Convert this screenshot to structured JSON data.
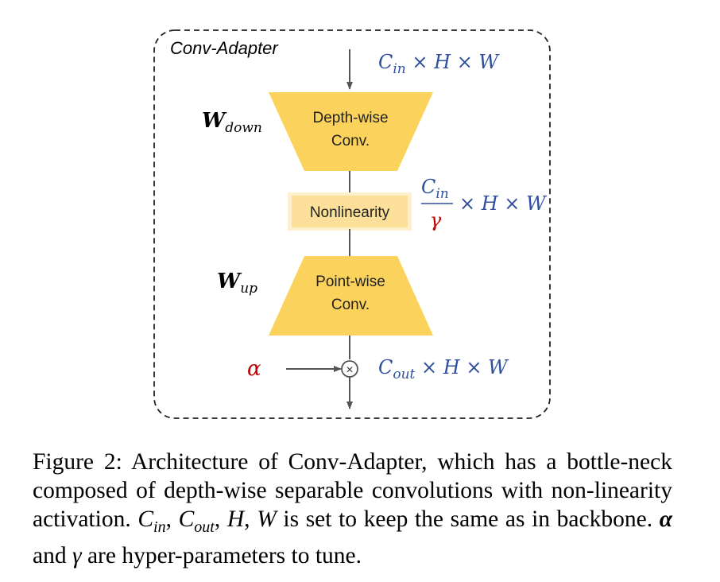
{
  "diagram": {
    "title": "Conv-Adapter",
    "input_dim": {
      "C": "C",
      "sub": "in",
      "rest": " × H × W"
    },
    "w_down": {
      "main": "W",
      "sub": "down"
    },
    "w_up": {
      "main": "W",
      "sub": "up"
    },
    "depthwise": {
      "line1": "Depth-wise",
      "line2": "Conv."
    },
    "nonlinearity": "Nonlinearity",
    "mid_dim": {
      "num_C": "C",
      "num_sub": "in",
      "den": "γ",
      "rest": "× H × W"
    },
    "pointwise": {
      "line1": "Point-wise",
      "line2": "Conv."
    },
    "alpha": "α",
    "multiply_symbol": "×",
    "output_dim": {
      "C": "C",
      "sub": "out",
      "rest": " × H × W"
    }
  },
  "caption": {
    "prefix": "Figure 2: Architecture of Conv-Adapter, which has a bottle-neck composed of depth-wise separable convolutions with non-linearity activation. ",
    "c_in": "C",
    "c_in_sub": "in",
    "sep1": ", ",
    "c_out": "C",
    "c_out_sub": "out",
    "sep2": ", ",
    "h": "H",
    "sep3": ", ",
    "w": "W",
    "middle": " is set to keep the same as in backbone. ",
    "alpha": "α",
    "and": " and ",
    "gamma": "γ",
    "suffix": " are hyper-parameters to tune."
  },
  "colors": {
    "trapezoid": "#FBD35C",
    "nonlinearity_fill": "#FCE09A",
    "blue_text": "#2F4F9E",
    "red_text": "#C00000",
    "arrow": "#555555"
  }
}
